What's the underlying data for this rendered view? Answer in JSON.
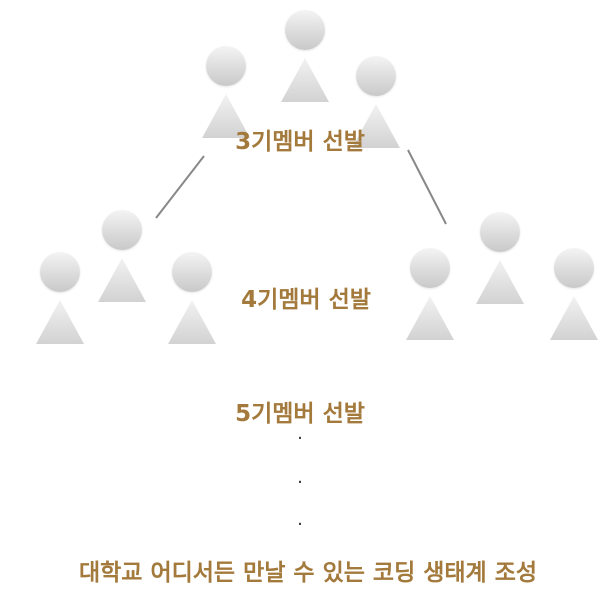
{
  "generations": [
    {
      "label": "3기멤버 선발"
    },
    {
      "label": "4기멤버 선발"
    },
    {
      "label": "5기멤버 선발"
    }
  ],
  "ellipsis": [
    "·",
    "·",
    "·"
  ],
  "tagline": "대학교 어디서든 만날 수 있는 코딩 생태계 조성",
  "colors": {
    "label": "#a37a3c",
    "figure": "#d6d6d6",
    "line": "#888888",
    "background": "#ffffff"
  }
}
